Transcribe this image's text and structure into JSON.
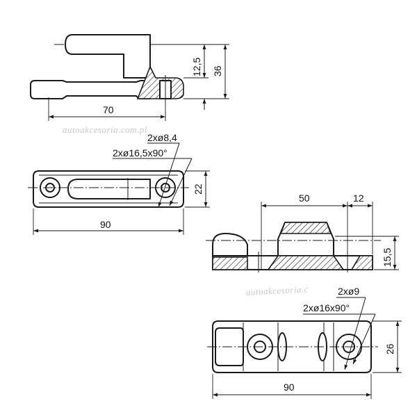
{
  "watermark": {
    "text_1": "autoakcesoria.com.pl",
    "text_2": "autoakcesoria.c"
  },
  "view_side": {
    "dim_length": "70",
    "dim_height_total": "36",
    "dim_height_base": "12,5"
  },
  "view_top": {
    "dim_length": "90",
    "dim_width": "22",
    "hole_callout_1": "2xø8,4",
    "hole_callout_2": "2xø16,5x90°"
  },
  "view_section": {
    "dim_spacing": "50",
    "dim_offset": "12",
    "dim_height": "15,5"
  },
  "view_plan": {
    "dim_length": "90",
    "dim_width": "26",
    "hole_callout_1": "2xø9",
    "hole_callout_2": "2xø16x90°"
  },
  "colors": {
    "line": "#1a1a1a",
    "watermark": "#c9c9c9"
  }
}
